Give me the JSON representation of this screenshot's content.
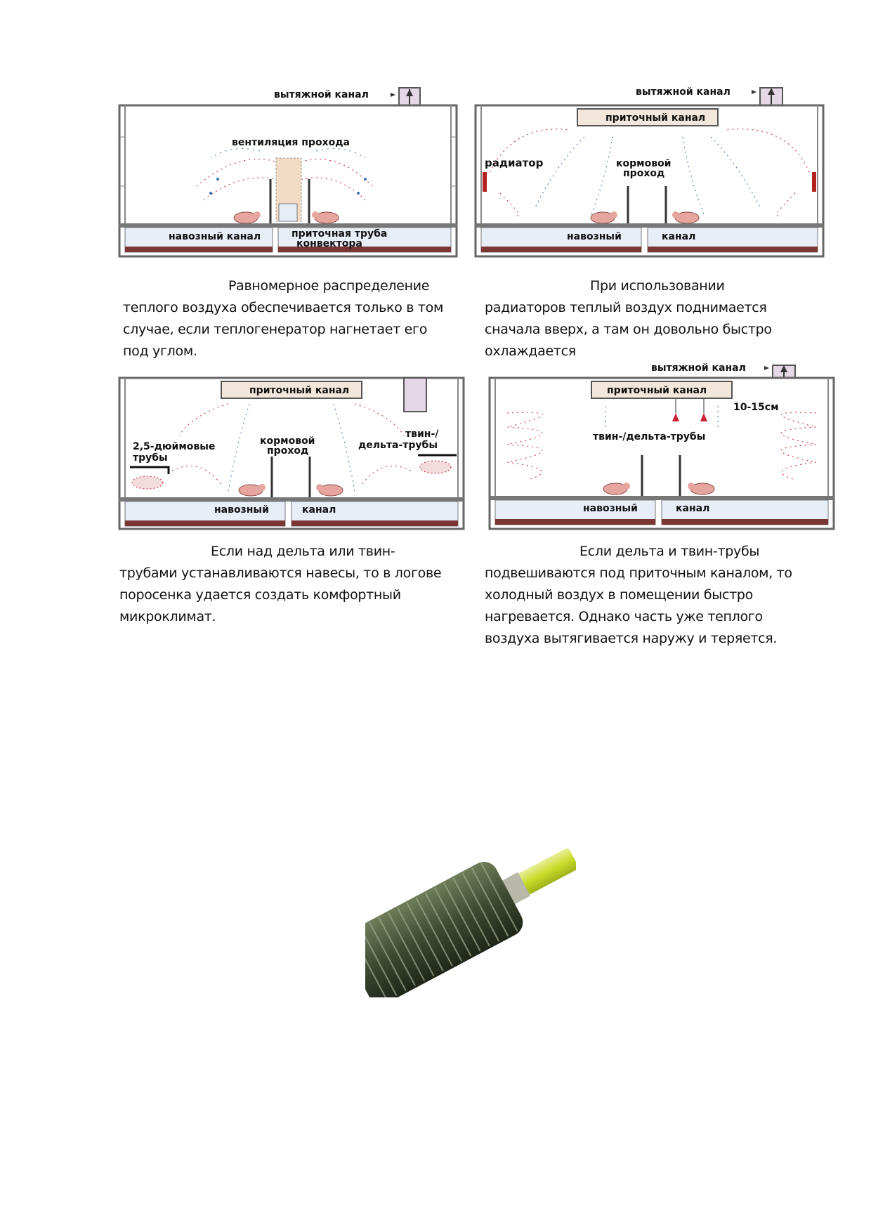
{
  "panels": [
    {
      "exhaust": "вытяжной канал",
      "label_center": "вентиляция прохода",
      "channel_left": "навозный канал",
      "pipe_line1": "приточная труба",
      "pipe_line2": "конвектора",
      "caption": [
        "Равномерное распределение",
        "теплого воздуха обеспечивается только в том",
        "случае, если теплогенератор нагнетает его",
        "под углом."
      ]
    },
    {
      "exhaust": "вытяжной канал",
      "supply": "приточный канал",
      "radiator": "радиатор",
      "feed_line1": "кормовой",
      "feed_line2": "проход",
      "channel_left": "навозный",
      "channel_right": "канал",
      "caption": [
        "При использовании",
        "радиаторов теплый воздух поднимается",
        "сначала вверх, а там он довольно быстро",
        "охлаждается"
      ]
    },
    {
      "supply": "приточный канал",
      "pipes_line1": "2,5-дюймовые",
      "pipes_line2": "трубы",
      "feed_line1": "кормовой",
      "feed_line2": "проход",
      "twin_line1": "твин-/",
      "twin_line2": "дельта-трубы",
      "channel_left": "навозный",
      "channel_right": "канал",
      "caption": [
        "Если над дельта или твин-",
        "трубами устанавливаются навесы, то в логове",
        "поросенка удается создать комфортный",
        "микроклимат."
      ]
    },
    {
      "exhaust": "вытяжной канал",
      "supply": "приточный канал",
      "distance": "10-15см",
      "twin": "твин-/дельта-трубы",
      "channel_left": "навозный",
      "channel_right": "канал",
      "caption": [
        "Если дельта и твин-трубы",
        "подвешиваются под приточным каналом, то",
        "холодный воздух в помещении быстро",
        "нагревается. Однако часть уже теплого",
        "воздуха вытягивается наружу и теряется."
      ]
    }
  ],
  "photo": {
    "subject": "finned-heating-pipe"
  }
}
